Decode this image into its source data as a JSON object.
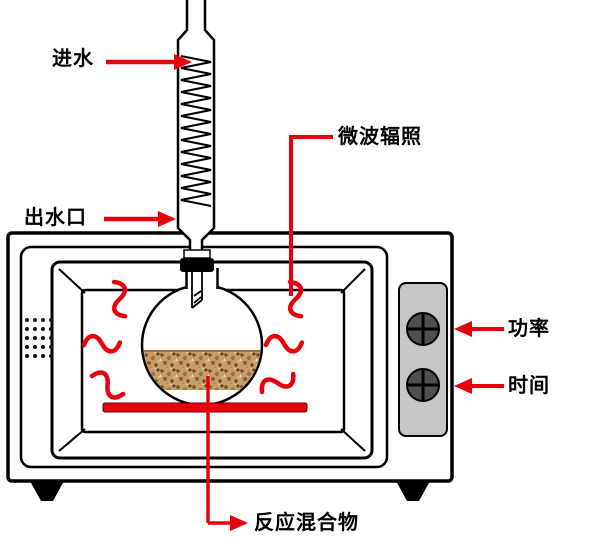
{
  "diagram": {
    "labels": {
      "water_in": "进水",
      "irradiation": "微波辐照",
      "water_out": "出水口",
      "power": "功率",
      "time": "时间",
      "reaction_mixture": "反应混合物"
    },
    "colors": {
      "accent_red": "#e8000c",
      "outline_black": "#000000",
      "panel_gray": "#c6c6c6",
      "knob_gray": "#4f4f4f",
      "mixture_sand": "#c79e69",
      "mixture_dark_speck": "#6e4620"
    }
  }
}
